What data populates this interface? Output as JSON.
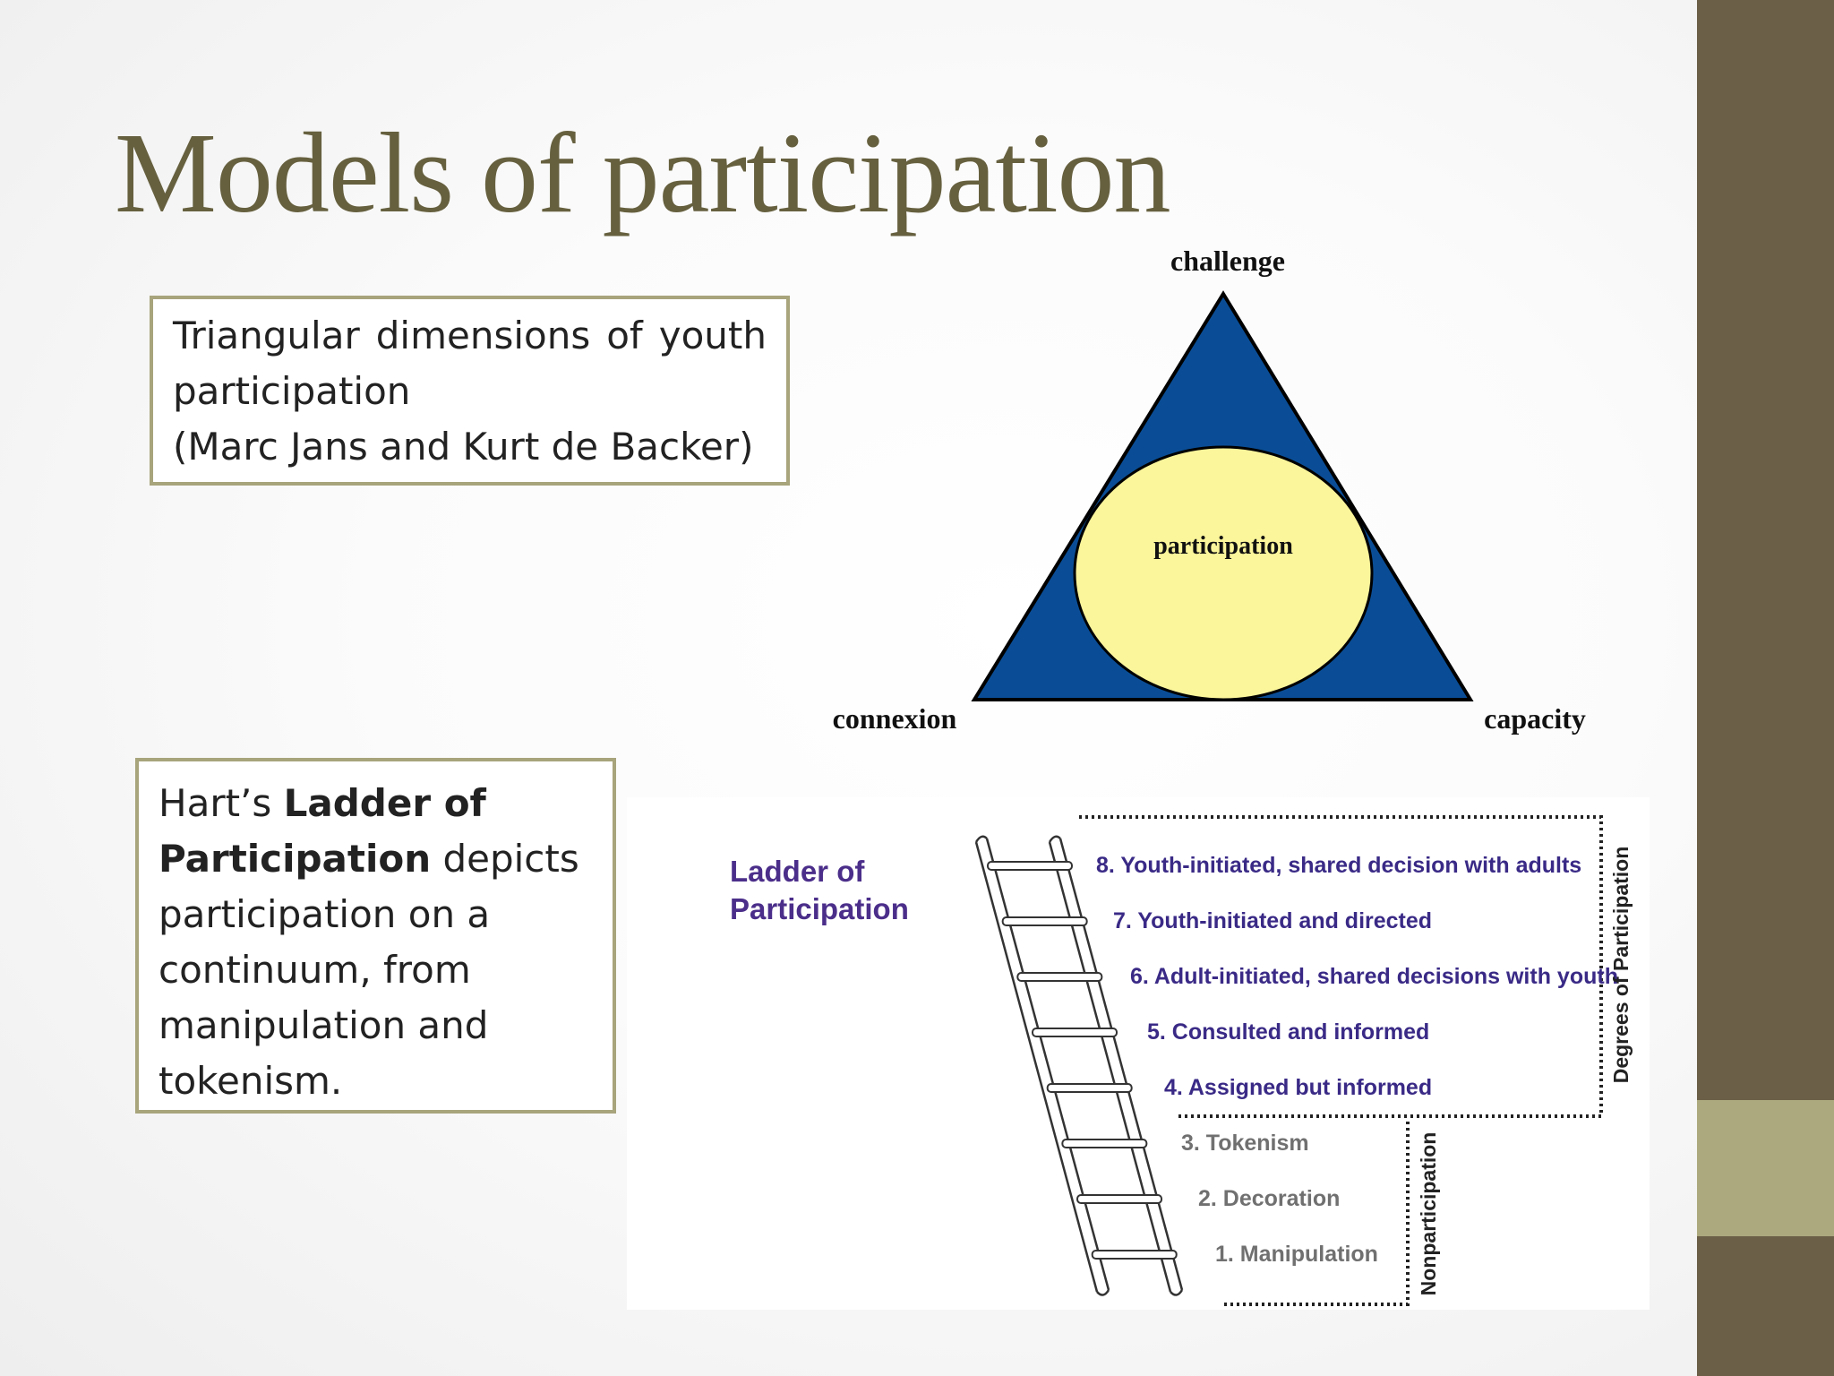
{
  "slide": {
    "title": "Models of participation",
    "colors": {
      "title": "#66603f",
      "side_bar": "#6b5f47",
      "side_accent": "#ada97f",
      "box_border": "#a8a47c"
    }
  },
  "triangle_box": {
    "line1": "Triangular dimensions of youth",
    "line2": "participation",
    "line3": "(Marc Jans and Kurt de Backer)"
  },
  "ladder_box": {
    "prefix": "Hart’s ",
    "bold1": "Ladder of",
    "bold2": "Participation",
    "rest1": " depicts",
    "rest2": "participation on a",
    "rest3": "continuum, from",
    "rest4": "manipulation and",
    "rest5": "tokenism."
  },
  "triangle_diagram": {
    "top_label": "challenge",
    "left_label": "connexion",
    "right_label": "capacity",
    "center_label": "participation",
    "colors": {
      "triangle": "#0a4d96",
      "circle": "#fbf59b"
    }
  },
  "ladder_diagram": {
    "title_line1": "Ladder of",
    "title_line2": "Participation",
    "rungs": [
      "8. Youth-initiated, shared decision with adults",
      "7. Youth-initiated and directed",
      "6. Adult-initiated, shared decisions with youth",
      "5. Consulted and informed",
      "4. Assigned but informed",
      "3. Tokenism",
      "2. Decoration",
      "1. Manipulation"
    ],
    "degrees_label": "Degrees of Participation",
    "nonparticipation_label": "Nonparticipation",
    "colors": {
      "title": "#4b2e8a",
      "rung_upper": "#3a2a86",
      "rung_lower": "#707070"
    }
  }
}
